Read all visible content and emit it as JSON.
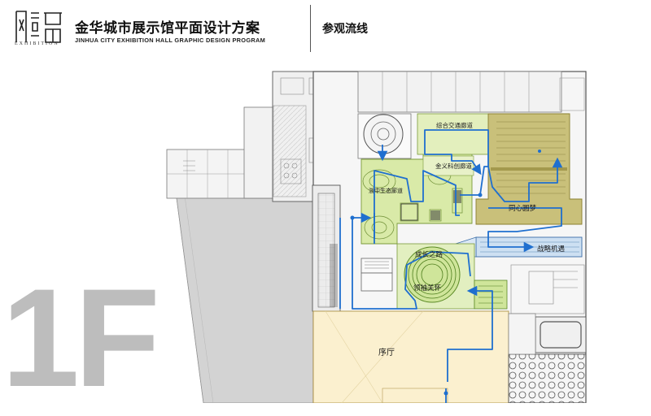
{
  "header": {
    "title_cn": "金华城市展示馆平面设计方案",
    "title_en": "JINHUA CITY EXHIBITION HALL GRAPHIC DESIGN PROGRAM",
    "section_title": "参观流线",
    "logo_subtitle": "EXHIBITION"
  },
  "floor_label": "1F",
  "zones": {
    "zonghe": "综合交通廊道",
    "jinyi": "金义科创廊道",
    "zhezhong": "浙中生态廊道",
    "tongxin": "同心圆梦",
    "zhanlue": "战略机遇",
    "chengzhang": "成长之路",
    "lingxiu": "领袖关怀",
    "xuting": "序厅"
  },
  "colors": {
    "route": "#1f6fcf",
    "green_zone": "#d9eaa8",
    "olive_zone": "#c9c07a",
    "blue_zone": "#cde0f2",
    "lobby": "#fbf0cf"
  }
}
